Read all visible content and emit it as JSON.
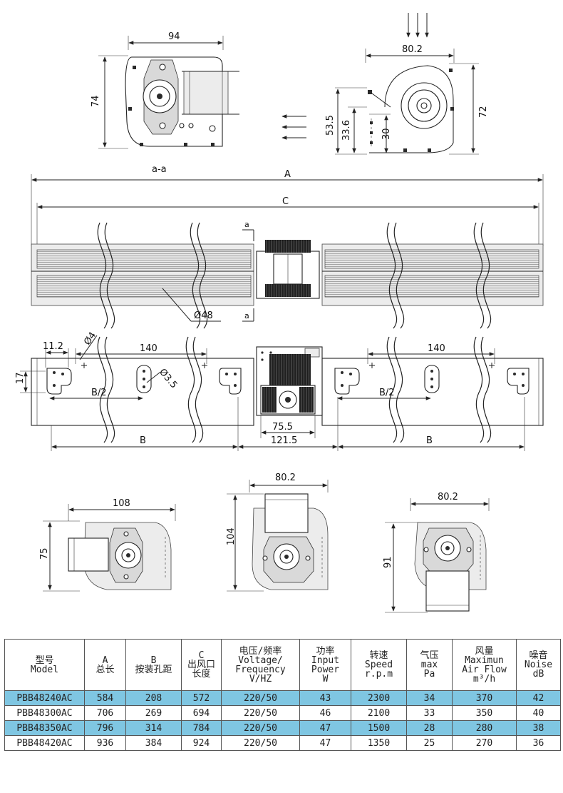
{
  "dimensions": {
    "end_view_width": "94",
    "end_view_height": "74",
    "section_label": "a-a",
    "outlet_width": "80.2",
    "outlet_height": "72",
    "inlet_h1": "53.5",
    "inlet_h2": "33.6",
    "inlet_h3": "30",
    "total_length": "A",
    "outlet_length": "C",
    "section_mark": "a",
    "diameter": "Ø48",
    "hole_offset": "11.2",
    "hole_diameter": "Ø4",
    "slot_pitch": "140",
    "slot_diameter": "Ø3.5",
    "slot_height": "17",
    "half_mount": "B/2",
    "mount_pitch": "B",
    "motor_width": "75.5",
    "motor_gap": "121.5",
    "view1_width": "108",
    "view1_height": "75",
    "view2_width": "80.2",
    "view2_height": "104",
    "view3_width": "80.2",
    "view3_height": "91"
  },
  "table": {
    "headers": [
      [
        "型号",
        "Model"
      ],
      [
        "A",
        "总长"
      ],
      [
        "B",
        "按装孔距"
      ],
      [
        "C",
        "出风口",
        "长度"
      ],
      [
        "电压/频率",
        "Voltage/",
        "Frequency",
        "V/HZ"
      ],
      [
        "功率",
        "Input",
        "Power",
        "W"
      ],
      [
        "转速",
        "Speed",
        "r.p.m"
      ],
      [
        "气压",
        "max",
        "Pa"
      ],
      [
        "风量",
        "Maximun",
        "Air Flow",
        "m³/h"
      ],
      [
        "噪音",
        "Noise",
        "dB"
      ]
    ],
    "rows": [
      {
        "model": "PBB48240AC",
        "a": "584",
        "b": "208",
        "c": "572",
        "voltage": "220/50",
        "power": "43",
        "speed": "2300",
        "pressure": "34",
        "airflow": "370",
        "noise": "42",
        "highlight": true
      },
      {
        "model": "PBB48300AC",
        "a": "706",
        "b": "269",
        "c": "694",
        "voltage": "220/50",
        "power": "46",
        "speed": "2100",
        "pressure": "33",
        "airflow": "350",
        "noise": "40",
        "highlight": false
      },
      {
        "model": "PBB48350AC",
        "a": "796",
        "b": "314",
        "c": "784",
        "voltage": "220/50",
        "power": "47",
        "speed": "1500",
        "pressure": "28",
        "airflow": "280",
        "noise": "38",
        "highlight": true
      },
      {
        "model": "PBB48420AC",
        "a": "936",
        "b": "384",
        "c": "924",
        "voltage": "220/50",
        "power": "47",
        "speed": "1350",
        "pressure": "25",
        "airflow": "270",
        "noise": "36",
        "highlight": false
      }
    ],
    "highlight_color": "#7fc6e2"
  },
  "colors": {
    "line": "#222222",
    "fill_gray": "#d9d9d9"
  }
}
